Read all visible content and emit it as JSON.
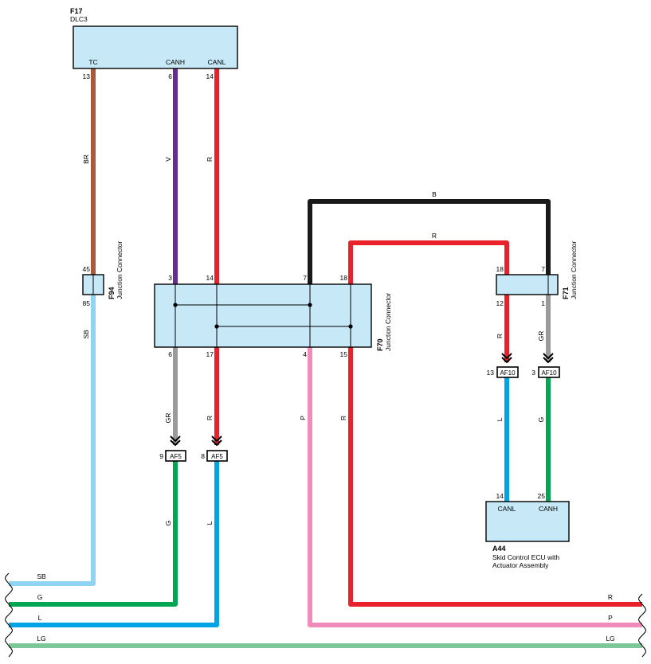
{
  "colors": {
    "box_fill": "#c6e8f7",
    "BR": "#a95a3c",
    "V": "#6a2d8f",
    "R": "#e8212b",
    "B": "#1a1a1a",
    "SB": "#8fd5f3",
    "GR": "#9a9a9a",
    "G": "#00a651",
    "L": "#00a3e3",
    "P": "#f08cbb",
    "LG": "#7dc899"
  },
  "connectors": {
    "f17": {
      "code": "F17",
      "name": "DLC3",
      "terminals": [
        {
          "label": "TC",
          "pin": "13"
        },
        {
          "label": "CANH",
          "pin": "6"
        },
        {
          "label": "CANL",
          "pin": "14"
        }
      ]
    },
    "f94": {
      "code": "F94",
      "name": "Junction Connector",
      "pins": [
        "45",
        "85"
      ]
    },
    "f70": {
      "code": "F70",
      "name": "Junction Connector",
      "pins_top": [
        "3",
        "14",
        "7",
        "18"
      ],
      "pins_bottom": [
        "6",
        "17",
        "4",
        "15"
      ]
    },
    "f71": {
      "code": "F71",
      "name": "Junction Connector",
      "pins_top": [
        "18",
        "7"
      ],
      "pins_bottom": [
        "12",
        "1"
      ]
    },
    "af10": {
      "code": "AF10",
      "pins": [
        "13",
        "3"
      ]
    },
    "af5": {
      "code": "AF5",
      "pins": [
        "9",
        "8"
      ]
    },
    "a44": {
      "code": "A44",
      "name_lines": [
        "Skid Control ECU with",
        "Actuator Assembly"
      ],
      "terminals": [
        {
          "label": "CANL",
          "pin": "14"
        },
        {
          "label": "CANH",
          "pin": "25"
        }
      ]
    }
  },
  "wires": {
    "tc": "BR",
    "canh": "V",
    "canl": "R",
    "sb": "SB",
    "f70_7_f71_7": "B",
    "f70_18_f71_18": "R",
    "f71_12": "R",
    "f71_1": "GR",
    "a44_canl": "L",
    "a44_canh": "G",
    "f70_6": "GR",
    "f70_17": "R",
    "af5_9": "G",
    "af5_8": "L",
    "f70_4": "P",
    "f70_15": "R",
    "lg": "LG"
  }
}
